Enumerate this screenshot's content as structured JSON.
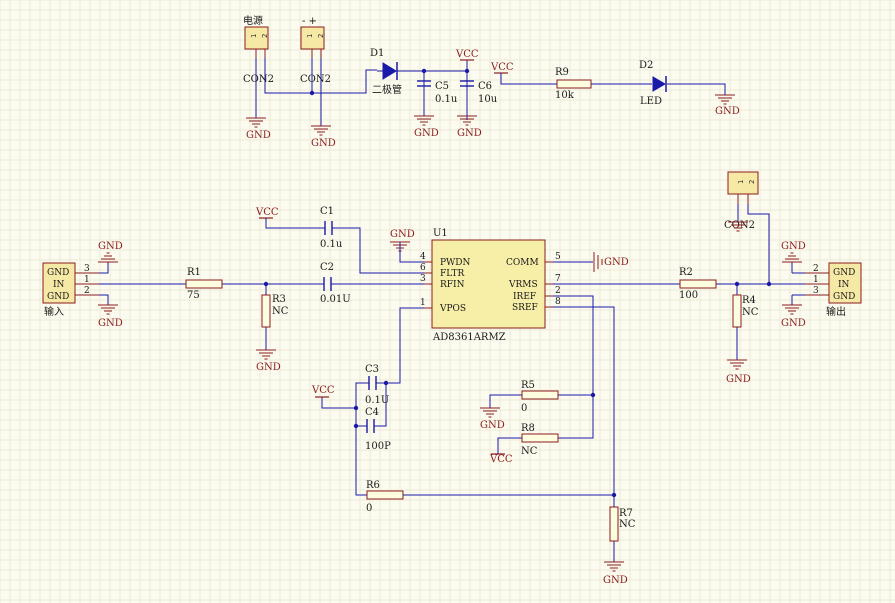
{
  "palette": {
    "wire": "#1a1aa8",
    "body": "#8b1c1c",
    "background": "#fcfbf0",
    "connector_fill": "#f6e9a6"
  },
  "power": {
    "vcc": "VCC",
    "gnd": "GND",
    "gnd_inline": "GND"
  },
  "connectors": {
    "con1": {
      "ref": "CON2",
      "title": "电源",
      "pins": [
        "1",
        "2"
      ]
    },
    "con2": {
      "ref": "CON2",
      "title": "- +",
      "pins": [
        "1",
        "2"
      ]
    },
    "con3": {
      "ref": "CON2",
      "pins": [
        "1",
        "2"
      ]
    },
    "input": {
      "title": "输入",
      "rows": [
        "GND",
        "IN",
        "GND"
      ],
      "pins": [
        "3",
        "1",
        "2"
      ]
    },
    "output": {
      "title": "输出",
      "rows": [
        "GND",
        "IN",
        "GND"
      ],
      "pins": [
        "2",
        "1",
        "3"
      ]
    }
  },
  "diodes": {
    "d1": {
      "ref": "D1",
      "value": "二极管"
    },
    "d2": {
      "ref": "D2",
      "value": "LED"
    }
  },
  "capacitors": {
    "c1": {
      "ref": "C1",
      "value": "0.1u"
    },
    "c2": {
      "ref": "C2",
      "value": "0.01U"
    },
    "c3": {
      "ref": "C3",
      "value": "0.1U"
    },
    "c4": {
      "ref": "C4",
      "value": "100P"
    },
    "c5": {
      "ref": "C5",
      "value": "0.1u"
    },
    "c6": {
      "ref": "C6",
      "value": "10u"
    }
  },
  "resistors": {
    "r1": {
      "ref": "R1",
      "value": "75"
    },
    "r2": {
      "ref": "R2",
      "value": "100"
    },
    "r3": {
      "ref": "R3",
      "value": "NC"
    },
    "r4": {
      "ref": "R4",
      "value": "NC"
    },
    "r5": {
      "ref": "R5",
      "value": "0"
    },
    "r6": {
      "ref": "R6",
      "value": "0"
    },
    "r7": {
      "ref": "R7",
      "value": "NC"
    },
    "r8": {
      "ref": "R8",
      "value": "NC"
    },
    "r9": {
      "ref": "R9",
      "value": "10k"
    }
  },
  "ic": {
    "ref": "U1",
    "part": "AD8361ARMZ",
    "left_pins": [
      {
        "num": "4",
        "name": "PWDN"
      },
      {
        "num": "6",
        "name": "FLTR"
      },
      {
        "num": "3",
        "name": "RFIN"
      },
      {
        "num": "1",
        "name": "VPOS"
      }
    ],
    "right_pins": [
      {
        "num": "5",
        "name": "COMM"
      },
      {
        "num": "7",
        "name": "VRMS"
      },
      {
        "num": "2",
        "name": "IREF"
      },
      {
        "num": "8",
        "name": "SREF"
      }
    ]
  }
}
